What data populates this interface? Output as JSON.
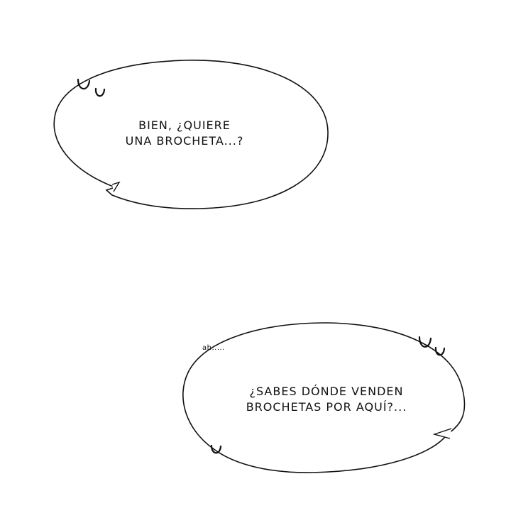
{
  "panels": [
    {
      "bubble": {
        "lines": [
          "BIEN, ¿QUIERE",
          "UNA BROCHETA...?"
        ]
      }
    },
    {
      "sfx": "ah.....",
      "bubble": {
        "lines": [
          "¿SABES DÓNDE VENDEN",
          "BROCHETAS POR AQUÍ?..."
        ]
      }
    }
  ],
  "colors": {
    "background": "#ffffff",
    "ink": "#111111"
  }
}
